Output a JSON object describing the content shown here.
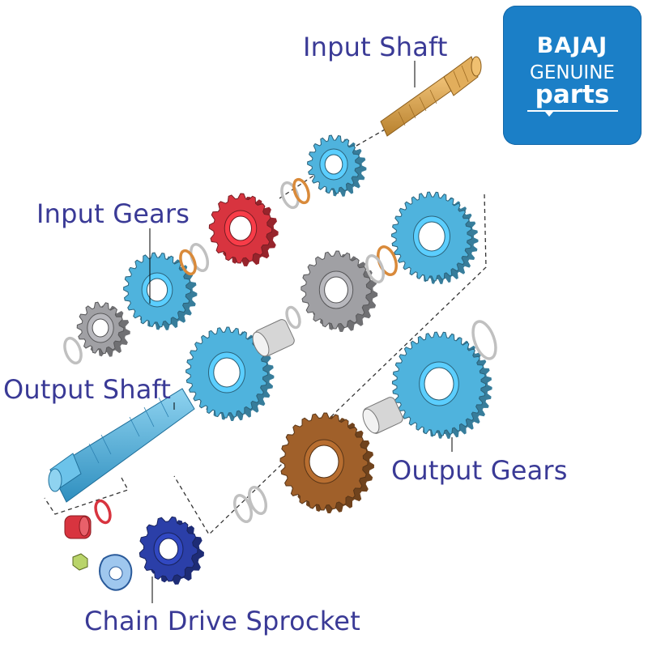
{
  "labels": {
    "input_shaft": "Input Shaft",
    "input_gears": "Input Gears",
    "output_shaft": "Output Shaft",
    "output_gears": "Output Gears",
    "chain_drive_sprocket": "Chain Drive Sprocket"
  },
  "logo": {
    "brand": "BAJAJ",
    "line2": "GENUINE",
    "line3": "parts",
    "background": "#1b7fc7"
  },
  "colors": {
    "label_text": "#3a3a96",
    "gear_blue": "#4fb3dd",
    "gear_red": "#d8343f",
    "gear_gray": "#a0a0a4",
    "gear_brown": "#a0602a",
    "sprocket_blue": "#2b3fa8",
    "shaft_gold": "#d9a24a"
  }
}
